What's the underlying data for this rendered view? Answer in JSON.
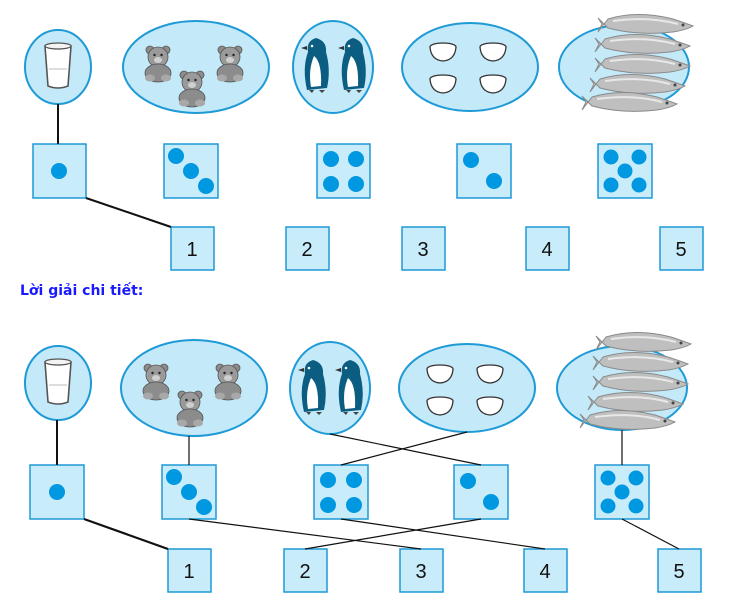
{
  "exercise": {
    "objects": [
      {
        "name": "glass",
        "count": 1
      },
      {
        "name": "bears",
        "count": 3
      },
      {
        "name": "penguins",
        "count": 2
      },
      {
        "name": "bowls",
        "count": 4
      },
      {
        "name": "fish",
        "count": 5
      }
    ],
    "dot_cards": [
      1,
      3,
      4,
      2,
      5
    ],
    "numbers": [
      "1",
      "2",
      "3",
      "4",
      "5"
    ]
  },
  "solution": {
    "heading": "Lời giải chi tiết:",
    "objects": [
      {
        "name": "glass",
        "count": 1
      },
      {
        "name": "bears",
        "count": 3
      },
      {
        "name": "penguins",
        "count": 2
      },
      {
        "name": "bowls",
        "count": 4
      },
      {
        "name": "fish",
        "count": 5
      }
    ],
    "dot_cards": [
      1,
      3,
      4,
      2,
      5
    ],
    "numbers": [
      "1",
      "2",
      "3",
      "4",
      "5"
    ]
  },
  "colors": {
    "card_fill": "#c8ecfa",
    "card_stroke": "#1e9ad6",
    "dot": "#0098e0",
    "oval_fill": "#c4eaf9",
    "line": "#111111",
    "heading": "#1a1aff"
  }
}
